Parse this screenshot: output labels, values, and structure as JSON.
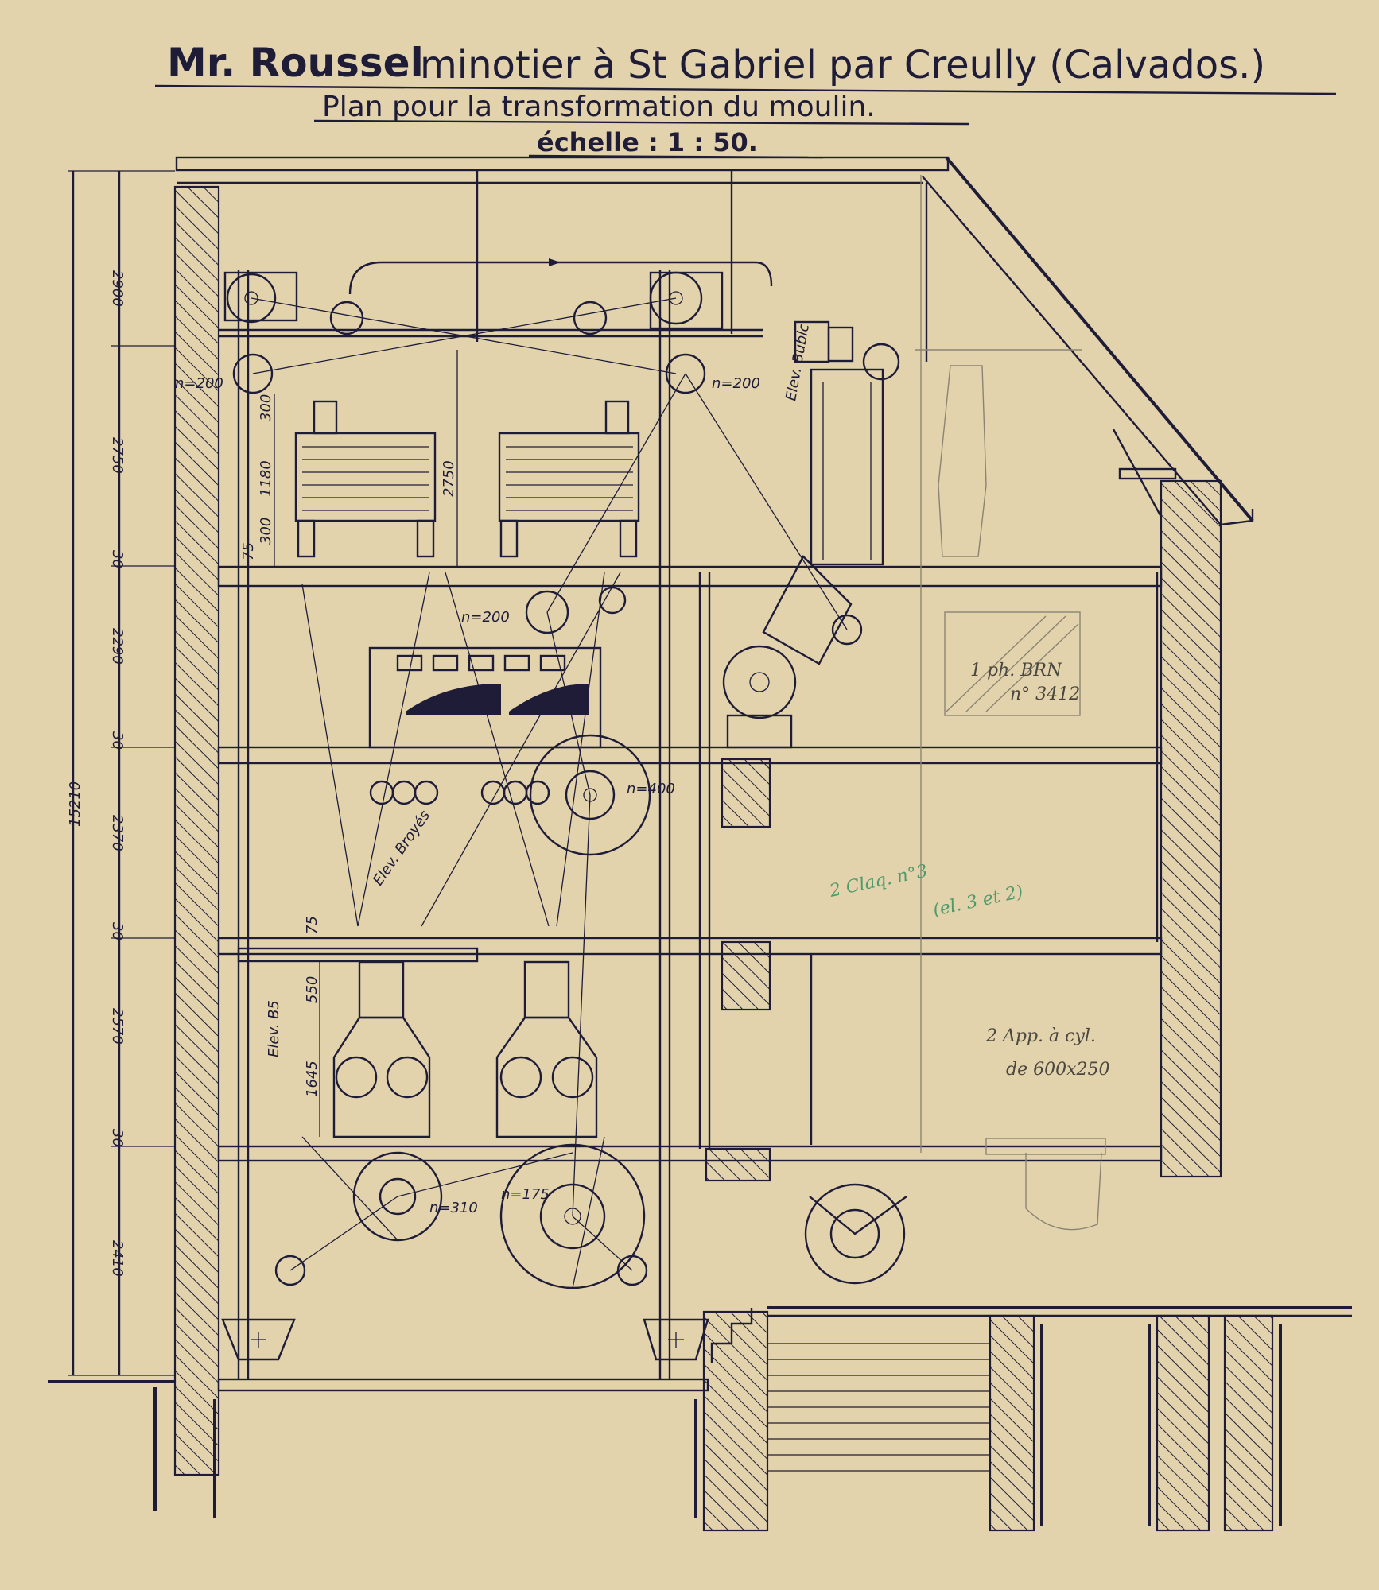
{
  "title": {
    "line1_name": "Mr. Roussel",
    "line1_rest": "minotier à St Gabriel par Creully (Calvados.)",
    "line2": "Plan pour la transformation du moulin.",
    "line3": "échelle : 1 : 50."
  },
  "dimensions": {
    "total": "15210",
    "levels": [
      "2900",
      "2750",
      "30",
      "2290",
      "30",
      "2370",
      "30",
      "2570",
      "30",
      "2410"
    ],
    "detail": [
      "300",
      "1180",
      "300",
      "75",
      "2750",
      "75",
      "550",
      "1645"
    ]
  },
  "labels": {
    "speed_1": "n=200",
    "speed_2": "n=200",
    "speed_3": "n=200",
    "speed_4": "n=400",
    "speed_5": "n=310",
    "speed_6": "n=175",
    "elevator_1": "Elev. Bublc",
    "elevator_2": "Elev. Broyés",
    "elevator_3": "Elev. B5"
  },
  "pencil_notes": {
    "note_1": "1 ph. BRN",
    "note_2": "n° 3412",
    "note_3_green": "2 Claq. n°3",
    "note_4_green": "(el. 3 et 2)",
    "note_5": "2 App. à cyl.",
    "note_6": "de 600x250"
  },
  "colors": {
    "paper": "#e2d3ad",
    "ink": "#1f1c38",
    "pencil": "#8a8472",
    "green_pencil": "#4f9a6a"
  }
}
